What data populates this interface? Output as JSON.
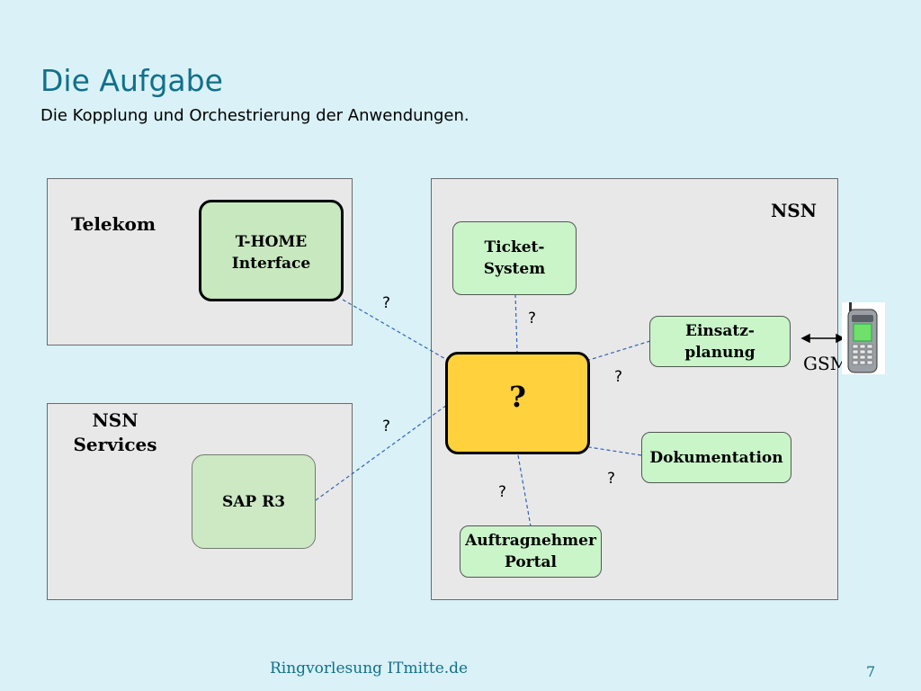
{
  "slide": {
    "title": "Die Aufgabe",
    "subtitle": "Die Kopplung und Orchestrierung der Anwendungen."
  },
  "panels": {
    "telekom": "Telekom",
    "nsn_services": "NSN\nServices",
    "nsn": "NSN"
  },
  "nodes": {
    "thome": "T-HOME\nInterface",
    "sap": "SAP R3",
    "hub": "?",
    "ticket": "Ticket-\nSystem",
    "einsatz": "Einsatz-\nplanung",
    "doku": "Dokumentation",
    "portal": "Auftragnehmer\nPortal"
  },
  "link_labels": {
    "thome_hub": "?",
    "sap_hub": "?",
    "ticket_hub": "?",
    "einsatz_hub": "?",
    "doku_hub": "?",
    "portal_hub": "?"
  },
  "gsm_label": "GSM",
  "icons": {
    "phone": "mobile-phone-icon"
  },
  "colors": {
    "background": "#d9f1f7",
    "title": "#11708b",
    "hub": "#ffd23d",
    "node": "#c9f5c9",
    "link": "#2f63b5"
  },
  "footer": {
    "text": "Ringvorlesung ITmitte.de",
    "page": "7"
  }
}
